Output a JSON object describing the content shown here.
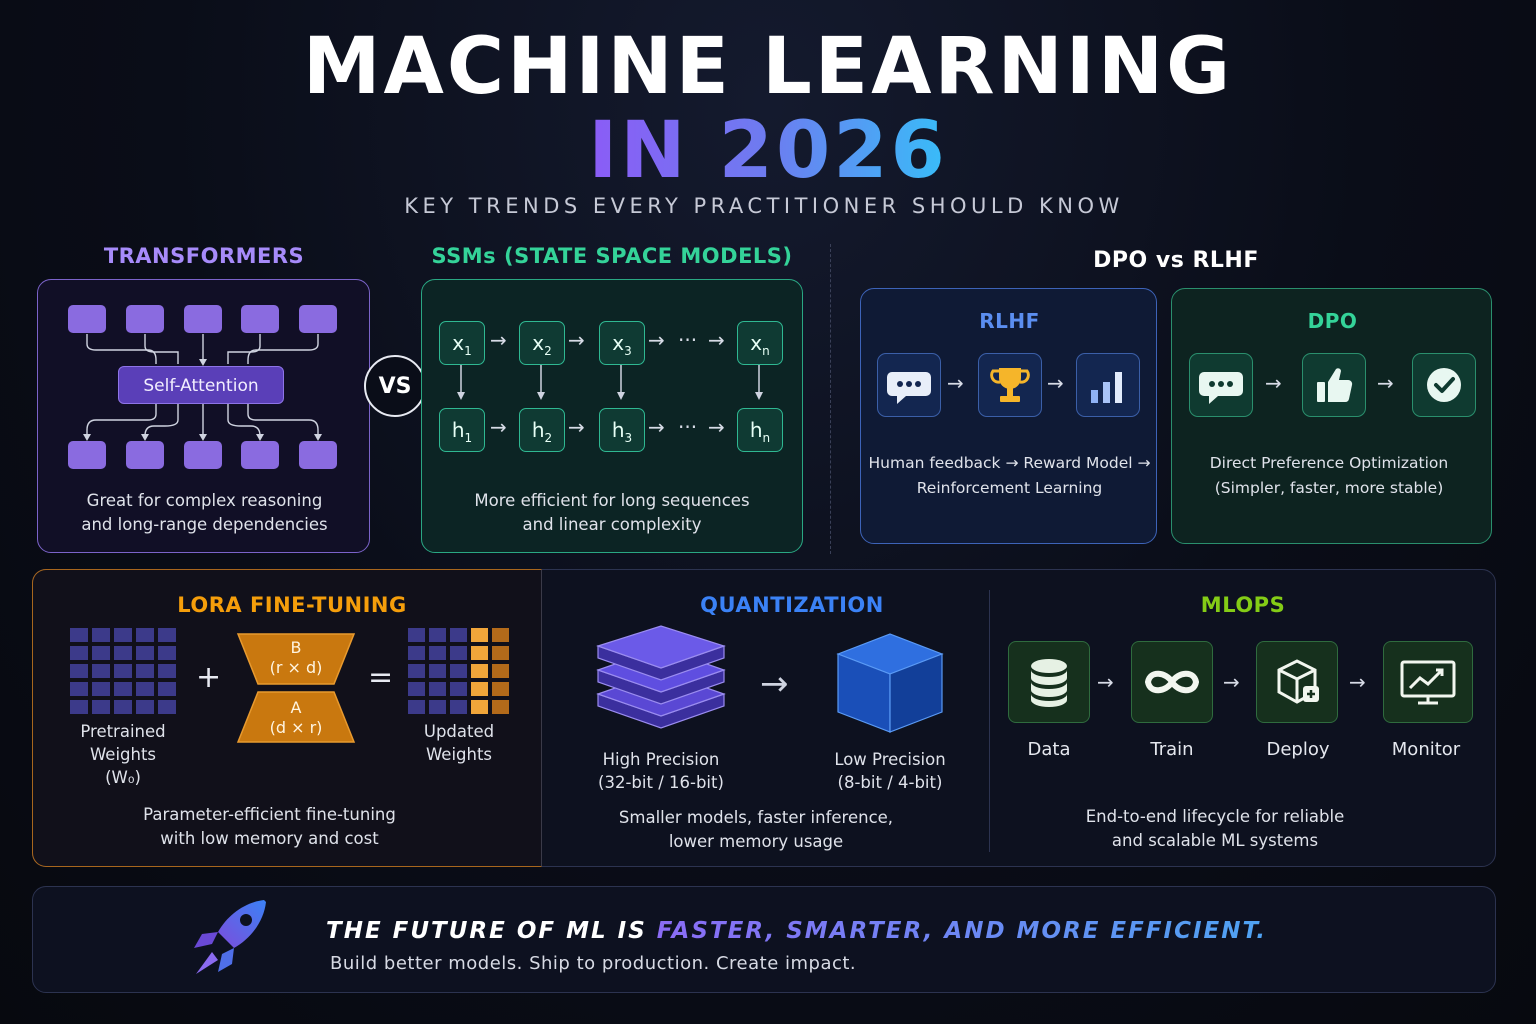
{
  "header": {
    "title_line1": "MACHINE LEARNING",
    "title_line2": "IN 2026",
    "subtitle": "KEY TRENDS EVERY PRACTITIONER SHOULD KNOW"
  },
  "transformers": {
    "title": "TRANSFORMERS",
    "center_label": "Self-Attention",
    "desc_line1": "Great for complex reasoning",
    "desc_line2": "and long-range dependencies"
  },
  "vs_label": "VS",
  "ssm": {
    "title": "SSMs (STATE SPACE MODELS)",
    "top_nodes": [
      {
        "base": "x",
        "sub": "1"
      },
      {
        "base": "x",
        "sub": "2"
      },
      {
        "base": "x",
        "sub": "3"
      },
      {
        "base": "x",
        "sub": "n"
      }
    ],
    "bottom_nodes": [
      {
        "base": "h",
        "sub": "1"
      },
      {
        "base": "h",
        "sub": "2"
      },
      {
        "base": "h",
        "sub": "3"
      },
      {
        "base": "h",
        "sub": "n"
      }
    ],
    "ellipsis": "···",
    "desc_line1": "More efficient for long sequences",
    "desc_line2": "and linear complexity"
  },
  "dpo_rlhf": {
    "title": "DPO vs RLHF",
    "rlhf": {
      "title": "RLHF",
      "icons": [
        "chat-icon",
        "trophy-icon",
        "bar-chart-icon"
      ],
      "desc_line1": "Human feedback → Reward Model →",
      "desc_line2": "Reinforcement Learning"
    },
    "dpo": {
      "title": "DPO",
      "icons": [
        "chat-icon",
        "thumbs-up-icon",
        "check-circle-icon"
      ],
      "desc_line1": "Direct Preference Optimization",
      "desc_line2": "(Simpler, faster, more stable)"
    }
  },
  "lora": {
    "title": "LORA FINE-TUNING",
    "plus": "+",
    "equals": "=",
    "b_label": "B",
    "b_dims": "(r × d)",
    "a_label": "A",
    "a_dims": "(d × r)",
    "pretrained_line1": "Pretrained",
    "pretrained_line2": "Weights",
    "pretrained_line3": "(W₀)",
    "updated_line1": "Updated",
    "updated_line2": "Weights",
    "desc_line1": "Parameter-efficient fine-tuning",
    "desc_line2": "with low memory and cost"
  },
  "quantization": {
    "title": "QUANTIZATION",
    "high_line1": "High Precision",
    "high_line2": "(32-bit / 16-bit)",
    "low_line1": "Low Precision",
    "low_line2": "(8-bit / 4-bit)",
    "desc_line1": "Smaller models, faster inference,",
    "desc_line2": "lower memory usage"
  },
  "mlops": {
    "title": "MLOPS",
    "steps": [
      "Data",
      "Train",
      "Deploy",
      "Monitor"
    ],
    "desc_line1": "End-to-end lifecycle for reliable",
    "desc_line2": "and scalable ML systems"
  },
  "footer": {
    "headline_prefix": "THE FUTURE OF ML IS ",
    "headline_highlight": "FASTER, SMARTER, AND MORE EFFICIENT.",
    "tagline": "Build better models. Ship to production. Create impact."
  },
  "colors": {
    "transformers": "#a78bfa",
    "ssm": "#34d399",
    "lora": "#f59e0b",
    "quantization": "#3b82f6",
    "mlops": "#84cc16"
  }
}
